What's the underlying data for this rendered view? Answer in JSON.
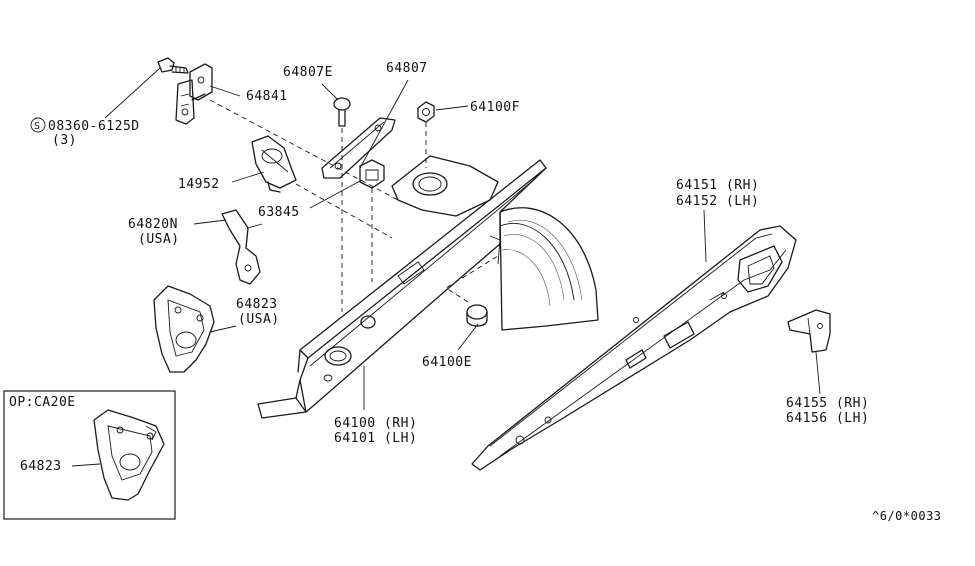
{
  "labels": {
    "p64807E": "64807E",
    "p64807": "64807",
    "p64841": "64841",
    "p08360": "08360-6125D",
    "p08360_qty": "(3)",
    "screw_symbol": "S",
    "p64100F": "64100F",
    "p14952": "14952",
    "p63845": "63845",
    "p64820N": "64820N",
    "p64820N_usa": "(USA)",
    "p64823": "64823",
    "p64823_usa": "(USA)",
    "p64100E": "64100E",
    "p64100": "64100 (RH)",
    "p64101": "64101 (LH)",
    "p64151": "64151 (RH)",
    "p64152": "64152 (LH)",
    "p64155": "64155 (RH)",
    "p64156": "64156 (LH)",
    "inset_title": "OP:CA20E",
    "inset_part": "64823",
    "diagram_code": "^6/0*0033"
  }
}
